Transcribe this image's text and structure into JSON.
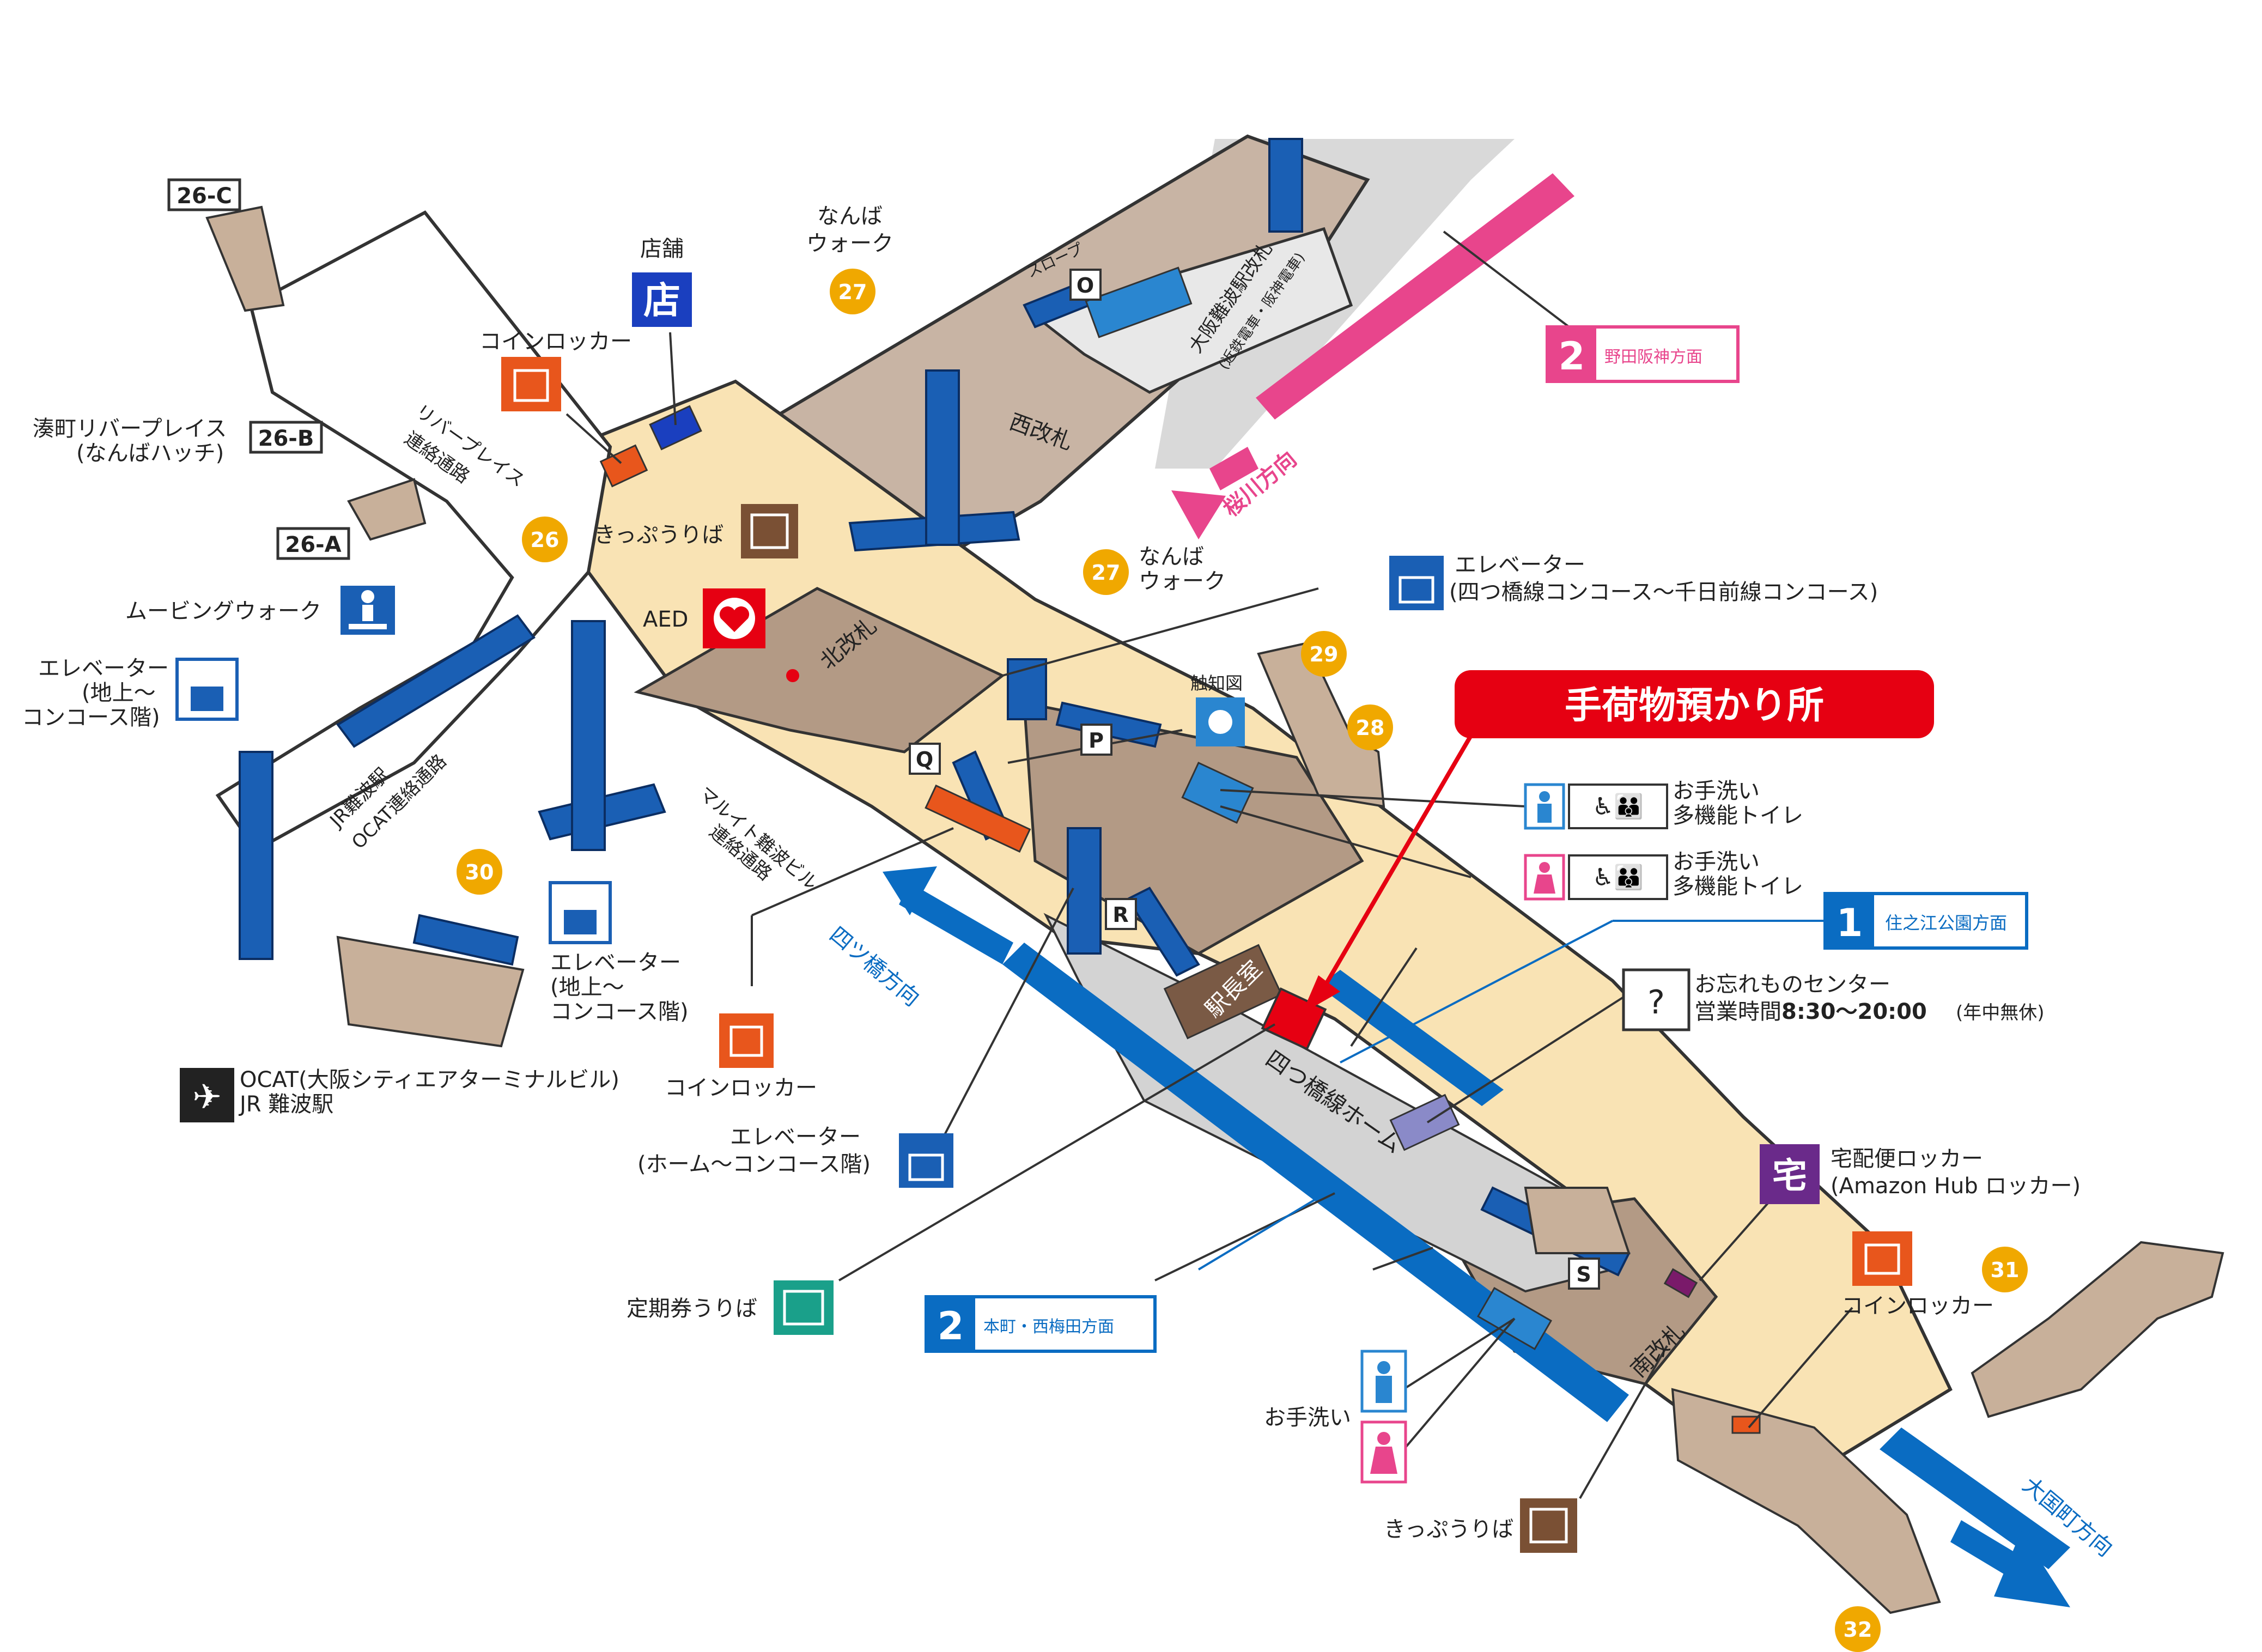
{
  "title": "手荷物預かり所",
  "exits": {
    "c26C": "26-C",
    "c26B": "26-B",
    "c26A": "26-A",
    "e26": "26",
    "e27a": "27",
    "e27b": "27",
    "e28": "28",
    "e29": "29",
    "e30": "30",
    "e31": "31",
    "e32": "32"
  },
  "labels": {
    "shop_title": "店舗",
    "shop_icon": "店",
    "coin_locker": "コインロッカー",
    "minato_l1": "湊町リバープレイス",
    "minato_l2": "(なんばハッチ)",
    "moving_walk": "ムービングウォーク",
    "elev_a_l1": "エレベーター",
    "elev_a_l2": "(地上～",
    "elev_a_l3": "コンコース階)",
    "elev_b_l1": "エレベーター",
    "elev_b_l2": "(地上～",
    "elev_b_l3": "コンコース階)",
    "elev_c_l1": "エレベーター",
    "elev_c_l2": "(ホーム～コンコース階)",
    "elev_d_l1": "エレベーター",
    "elev_d_l2": "(四つ橋線コンコース～千日前線コンコース)",
    "namba_walk_a_l1": "なんば",
    "namba_walk_a_l2": "ウォーク",
    "namba_walk_b_l1": "なんば",
    "namba_walk_b_l2": "ウォーク",
    "ticket_a": "きっぷうりば",
    "ticket_b": "きっぷうりば",
    "aed": "AED",
    "kita_gate": "北改札",
    "nishi_gate": "西改札",
    "minami_gate": "南改札",
    "river_passage_l1": "リバープレイス",
    "river_passage_l2": "連絡通路",
    "jr_passage_l1": "JR難波駅",
    "jr_passage_l2": "OCAT連絡通路",
    "marui_l1": "マルイト難波ビル",
    "marui_l2": "連絡通路",
    "ocat_l1": "OCAT(大阪シティエアターミナルビル)",
    "ocat_l2": "JR 難波駅",
    "slope": "スロープ",
    "kintetsu_l1": "大阪難波駅改札",
    "kintetsu_l2": "(近鉄電車・阪神電車)",
    "tactile": "触知図",
    "toilet_l1": "お手洗い",
    "toilet_l2": "多機能トイレ",
    "toilet_b_l1": "お手洗い",
    "toilet_b_l2": "多機能トイレ",
    "lost_l1": "お忘れものセンター",
    "lost_l2": "営業時間",
    "lost_hours": "8:30～20:00",
    "lost_note": "(年中無休)",
    "delivery_l1": "宅配便ロッカー",
    "delivery_l2": "(Amazon Hub ロッカー)",
    "delivery_icon": "宅",
    "coin_locker_b": "コインロッカー",
    "coin_locker_c": "コインロッカー",
    "commuter": "定期券うりば",
    "toilet_c": "お手洗い",
    "station_office": "駅長室",
    "platform": "四つ橋線ホーム",
    "yotsubashi_dir": "四ツ橋方向",
    "sakuragawa_dir": "桜川方向",
    "daikokucho_dir": "大国町方向",
    "gate_O": "O",
    "gate_P": "P",
    "gate_Q": "Q",
    "gate_R": "R",
    "gate_S": "S"
  },
  "lines": {
    "line1_num": "1",
    "line1_text": "住之江公園方面",
    "line2_num": "2",
    "line2_text": "本町・西梅田方面",
    "hanshin_num": "2",
    "hanshin_text": "野田阪神方面"
  },
  "colors": {
    "concourse": "#f9e3b4",
    "platform": "#d8d8d8",
    "brown": "#b39a85",
    "blue": "#1a5fb4",
    "line_blue": "#0a6cc2",
    "hanshin_pink": "#e8458c",
    "coin_orange": "#e8561c",
    "callout_red": "#e60012",
    "exit_yellow": "#f0a800"
  }
}
